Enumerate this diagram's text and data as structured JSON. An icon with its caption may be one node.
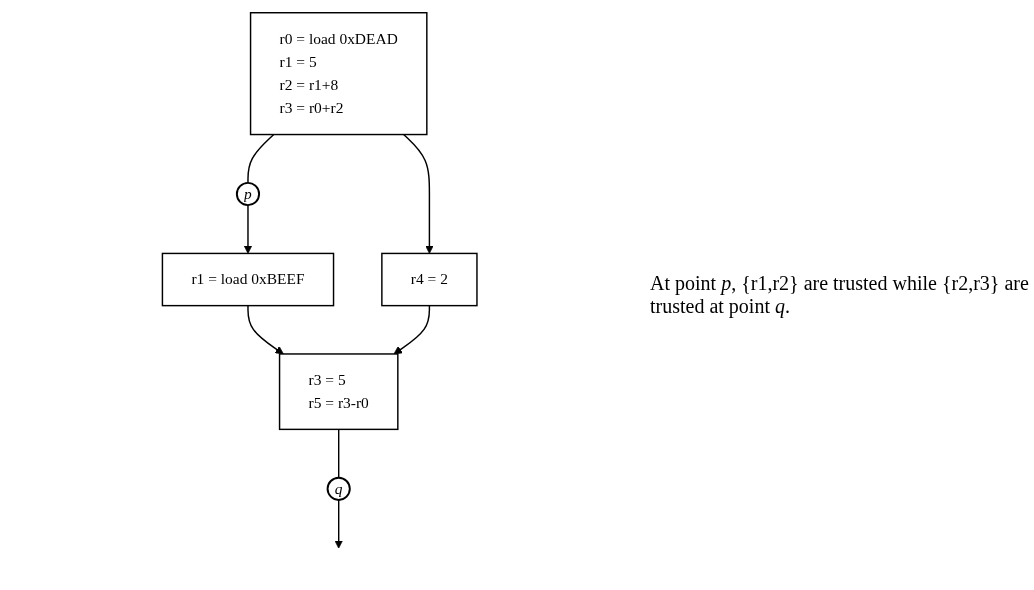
{
  "diagram": {
    "nodes": [
      {
        "text": [
          "r0 = load 0xDEAD",
          "r1 = 5",
          "r2 = r1+8",
          "r3 = r0+r2"
        ]
      },
      {
        "text": [
          "r1 = load 0xBEEF"
        ]
      },
      {
        "text": [
          "r4 = 2"
        ]
      },
      {
        "text": [
          "r3 = 5",
          "r5 = r3-r0"
        ]
      },
      {
        "text": [
          "p"
        ]
      },
      {
        "text": [
          "q"
        ]
      }
    ],
    "edges": [
      {
        "from": 0,
        "to": 4,
        "arrow": "none"
      },
      {
        "from": 4,
        "to": 1,
        "arrow": "to"
      },
      {
        "from": 0,
        "to": 2,
        "arrow": "to"
      },
      {
        "from": 1,
        "to": 3,
        "arrow": "to"
      },
      {
        "from": 2,
        "to": 3,
        "arrow": "to"
      },
      {
        "from": 3,
        "to": 5,
        "arrow": "none"
      },
      {
        "from": 5,
        "to": null,
        "arrow": "to"
      }
    ],
    "labels": [
      "At point *p*, {r1,r2} are trusted while {r2,r3} are trusted at point *q*."
    ]
  }
}
